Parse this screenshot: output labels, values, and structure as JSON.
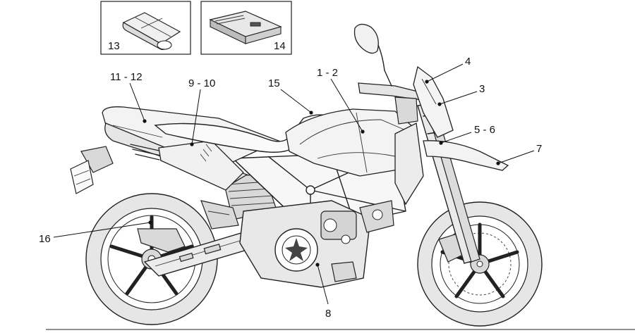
{
  "callouts": {
    "c13": "13",
    "c14": "14",
    "c11_12": "11 - 12",
    "c9_10": "9 - 10",
    "c15": "15",
    "c1_2": "1 - 2",
    "c4": "4",
    "c3": "3",
    "c5_6": "5 - 6",
    "c7": "7",
    "c16": "16",
    "c8": "8"
  }
}
